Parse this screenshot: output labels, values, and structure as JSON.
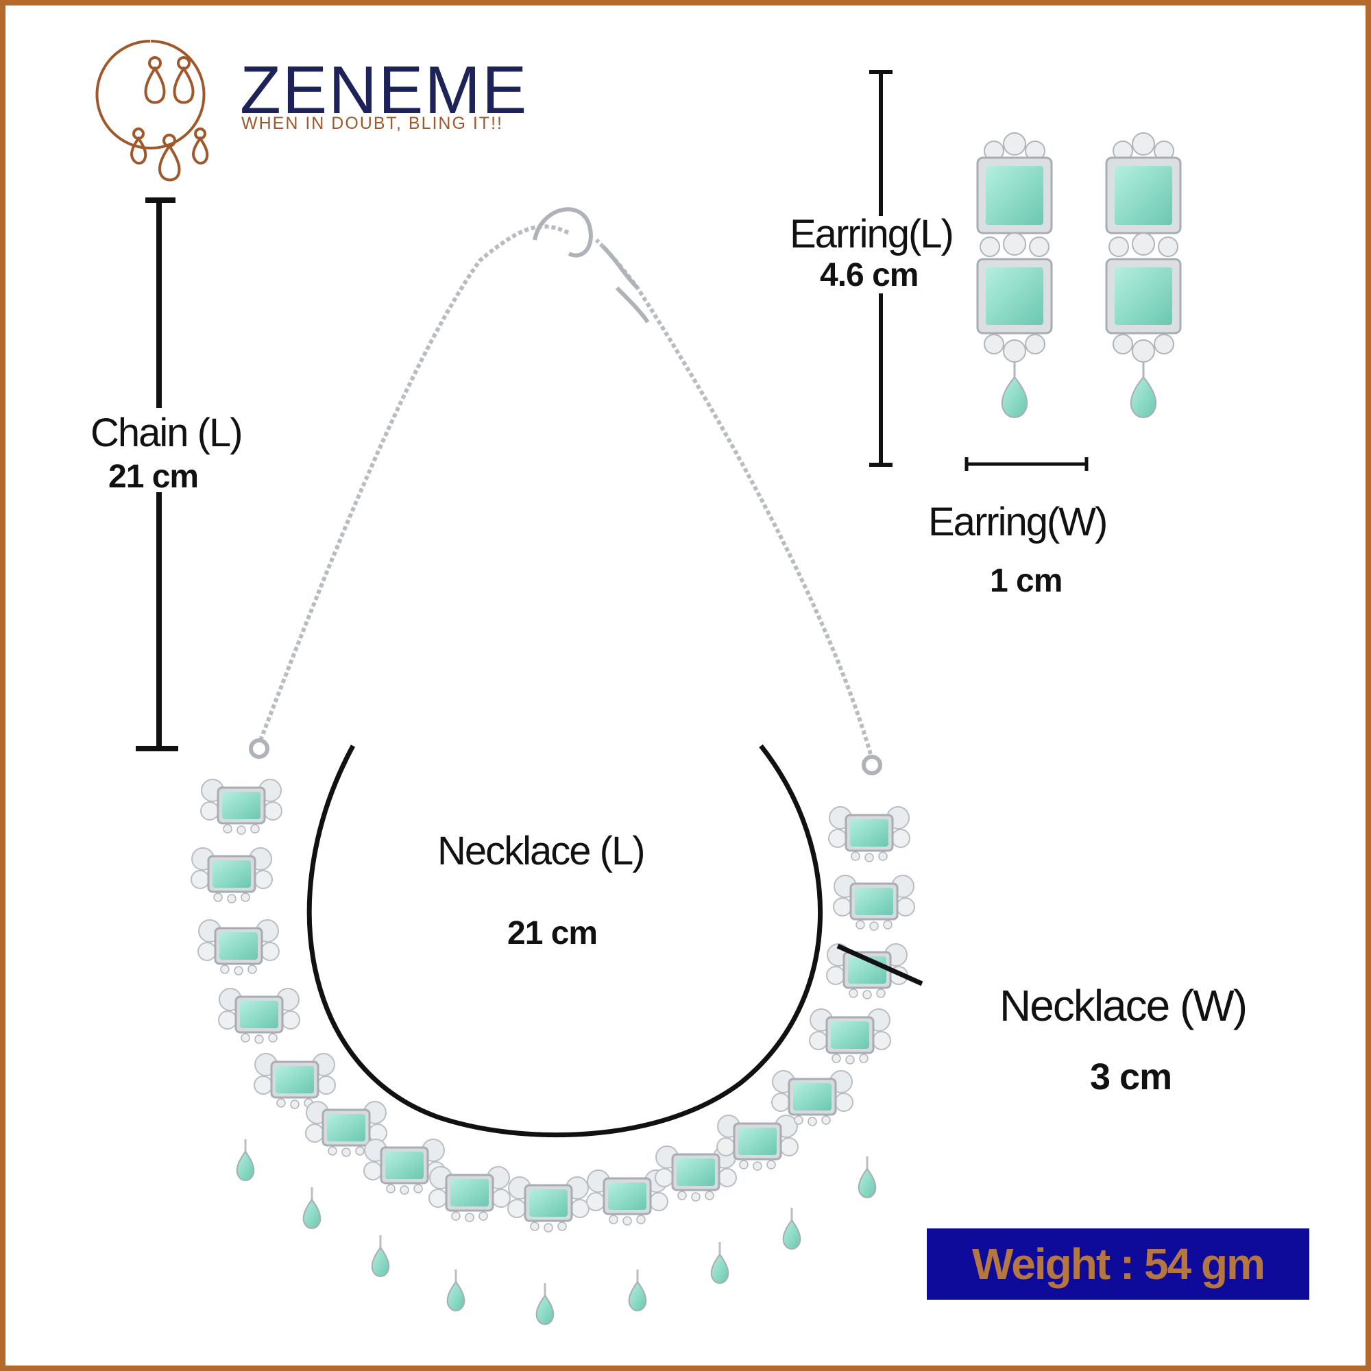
{
  "brand": {
    "name": "ZENEME",
    "tagline": "WHEN IN DOUBT, BLING IT!!"
  },
  "dimensions": {
    "chain": {
      "label": "Chain (L)",
      "value": "21 cm"
    },
    "earring_length": {
      "label": "Earring(L)",
      "value": "4.6 cm"
    },
    "earring_width": {
      "label": "Earring(W)",
      "value": "1 cm"
    },
    "necklace_length": {
      "label": "Necklace (L)",
      "value": "21 cm"
    },
    "necklace_width": {
      "label": "Necklace (W)",
      "value": "3 cm"
    }
  },
  "weight": "Weight : 54 gm",
  "colors": {
    "border": "#b46a2c",
    "brand_navy": "#1d2358",
    "brand_copper": "#a0582a",
    "weight_box": "#0f0b9a",
    "weight_text": "#b5773f",
    "gem": "#8fe0cc"
  }
}
